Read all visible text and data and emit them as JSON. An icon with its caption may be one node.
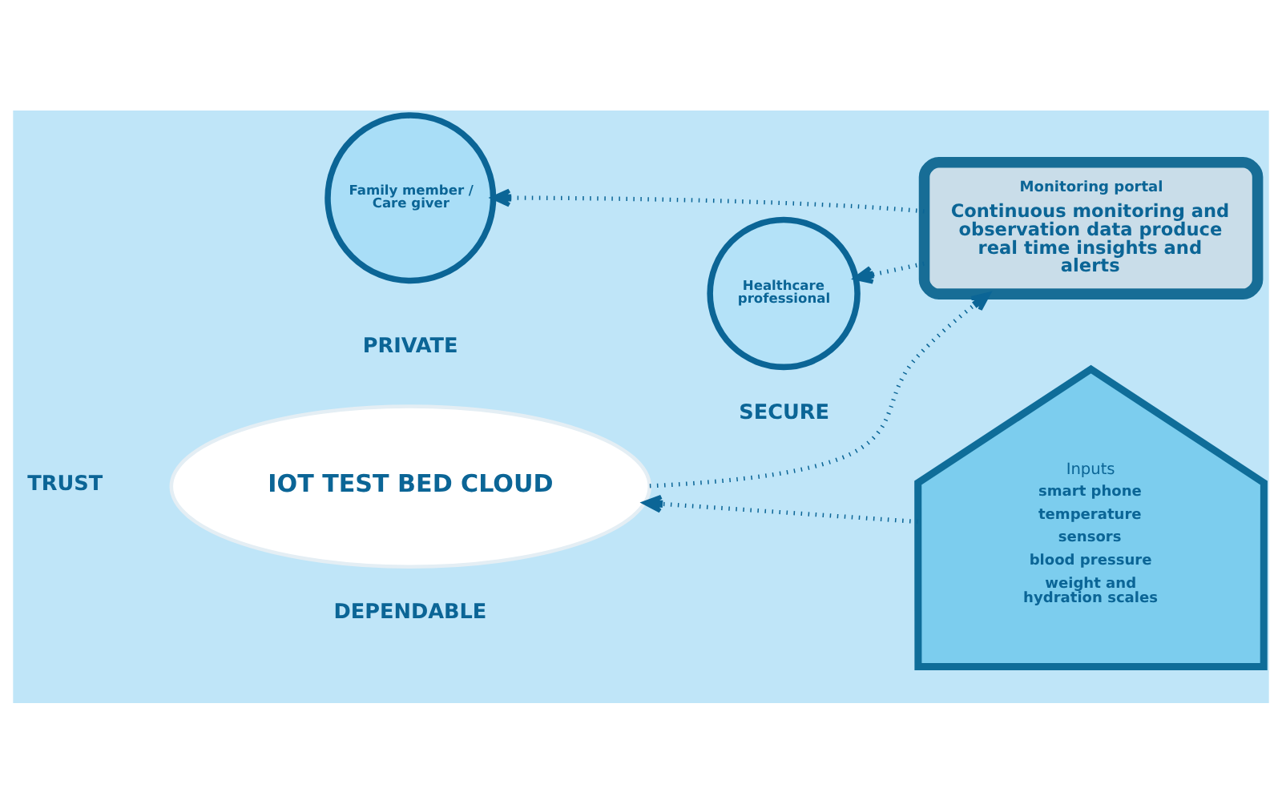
{
  "diagram": {
    "nodes": [
      {
        "text": [
          "Family member / Care giver"
        ]
      },
      {
        "text": [
          "Healthcare professional"
        ]
      },
      {
        "text": [
          "Monitoring portal",
          "Continuous monitoring and observation data produce real time insights and alerts"
        ]
      },
      {
        "text": [
          "IOT TEST BED CLOUD"
        ]
      },
      {
        "text": [
          "Inputs",
          "smart phone",
          "temperature",
          "sensors",
          "blood pressure",
          "weight and hydration scales"
        ]
      }
    ],
    "edges": [
      {
        "from": 2,
        "to": 1,
        "arrow": "to"
      },
      {
        "from": 2,
        "to": 0,
        "arrow": "to"
      },
      {
        "from": 3,
        "to": 2,
        "arrow": "to"
      },
      {
        "from": 4,
        "to": 3,
        "arrow": "to"
      }
    ],
    "labels": [
      "PRIVATE",
      "TRUST",
      "SECURE",
      "DEPENDABLE"
    ]
  }
}
